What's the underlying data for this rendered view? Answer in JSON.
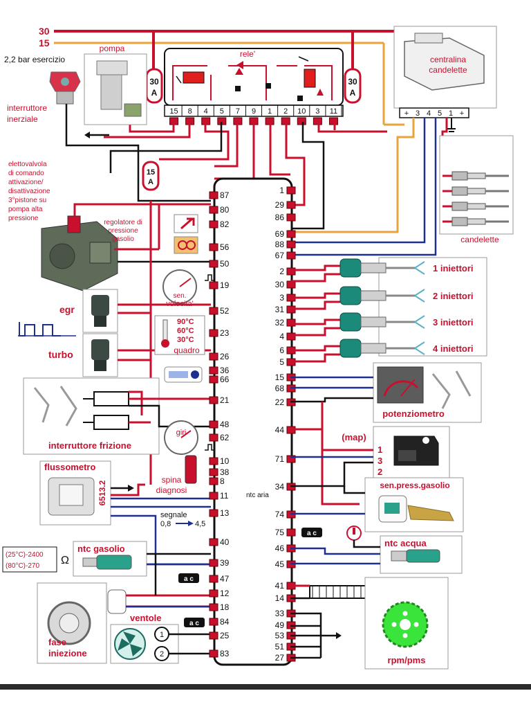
{
  "power": {
    "line30": "30",
    "line15": "15"
  },
  "fuses": {
    "f1": "30",
    "f1u": "A",
    "f2": "30",
    "f2u": "A",
    "f3": "15",
    "f3u": "A"
  },
  "relay": {
    "title": "rele'",
    "pins": [
      "15",
      "8",
      "4",
      "5",
      "7",
      "9",
      "1",
      "2",
      "10",
      "3",
      "11"
    ]
  },
  "glow_unit": {
    "title": "centralina\ncandelette",
    "pins": [
      "+",
      "3",
      "4",
      "5",
      "1",
      "+"
    ],
    "plugs_label": "candelette"
  },
  "labels": {
    "pressure": "2,2 bar esercizio",
    "pump": "pompa",
    "inertia": "interruttore\ninerziale",
    "valve": "elettovalvola\ndi comando\nattivazione/\ndisattivazione\n3°pistone su\npompa alta\npressione",
    "regulator": "regolatore di\npressione\ngasolio",
    "speed": "sen.\nvelocita'",
    "egr": "egr",
    "turbo": "turbo",
    "gauge_temps": [
      "90°C",
      "60°C",
      "30°C"
    ],
    "gauge": "quadro",
    "clutch": "interruttore frizione",
    "rpm_gauge": "giri",
    "flow": "flussometro",
    "flow_code": "6513.2",
    "spina": "spina",
    "diagnosi": "diagnosi",
    "segnale": "segnale",
    "segnale_range": [
      "0,8",
      "4,5"
    ],
    "ntc_aria": "ntc aria",
    "ntc_gasolio": "ntc gasolio",
    "ntc_values": [
      "(25°C)-2400",
      "(80°C)-270"
    ],
    "ohm": "Ω",
    "fase": "fase\niniezione",
    "ventole": "ventole",
    "ac": "a c",
    "potenziometro": "potenziometro",
    "map": "(map)",
    "map_pins": [
      "1",
      "3",
      "2"
    ],
    "sen_press": "sen.press.gasolio",
    "ntc_acqua": "ntc acqua",
    "rpm": "rpm/pms",
    "injectors": [
      "1 iniettori",
      "2 iniettori",
      "3 iniettori",
      "4 iniettori"
    ]
  },
  "ecu_left": [
    "87",
    "80",
    "82",
    "56",
    "50",
    "19",
    "52",
    "23",
    "26",
    "36",
    "66",
    "21",
    "48",
    "62",
    "10",
    "38",
    "8",
    "11",
    "13",
    "40",
    "39",
    "47",
    "12",
    "18",
    "84",
    "25",
    "83"
  ],
  "ecu_right": [
    "1",
    "29",
    "86",
    "69",
    "88",
    "67",
    "2",
    "30",
    "3",
    "31",
    "32",
    "4",
    "6",
    "5",
    "15",
    "68",
    "22",
    "44",
    "71",
    "34",
    "74",
    "75",
    "46",
    "45",
    "41",
    "14",
    "33",
    "49",
    "53",
    "51",
    "27"
  ],
  "colors": {
    "red": "#c8102e",
    "orange": "#e8a33a",
    "blue": "#1d2f8f",
    "black": "#111111"
  }
}
